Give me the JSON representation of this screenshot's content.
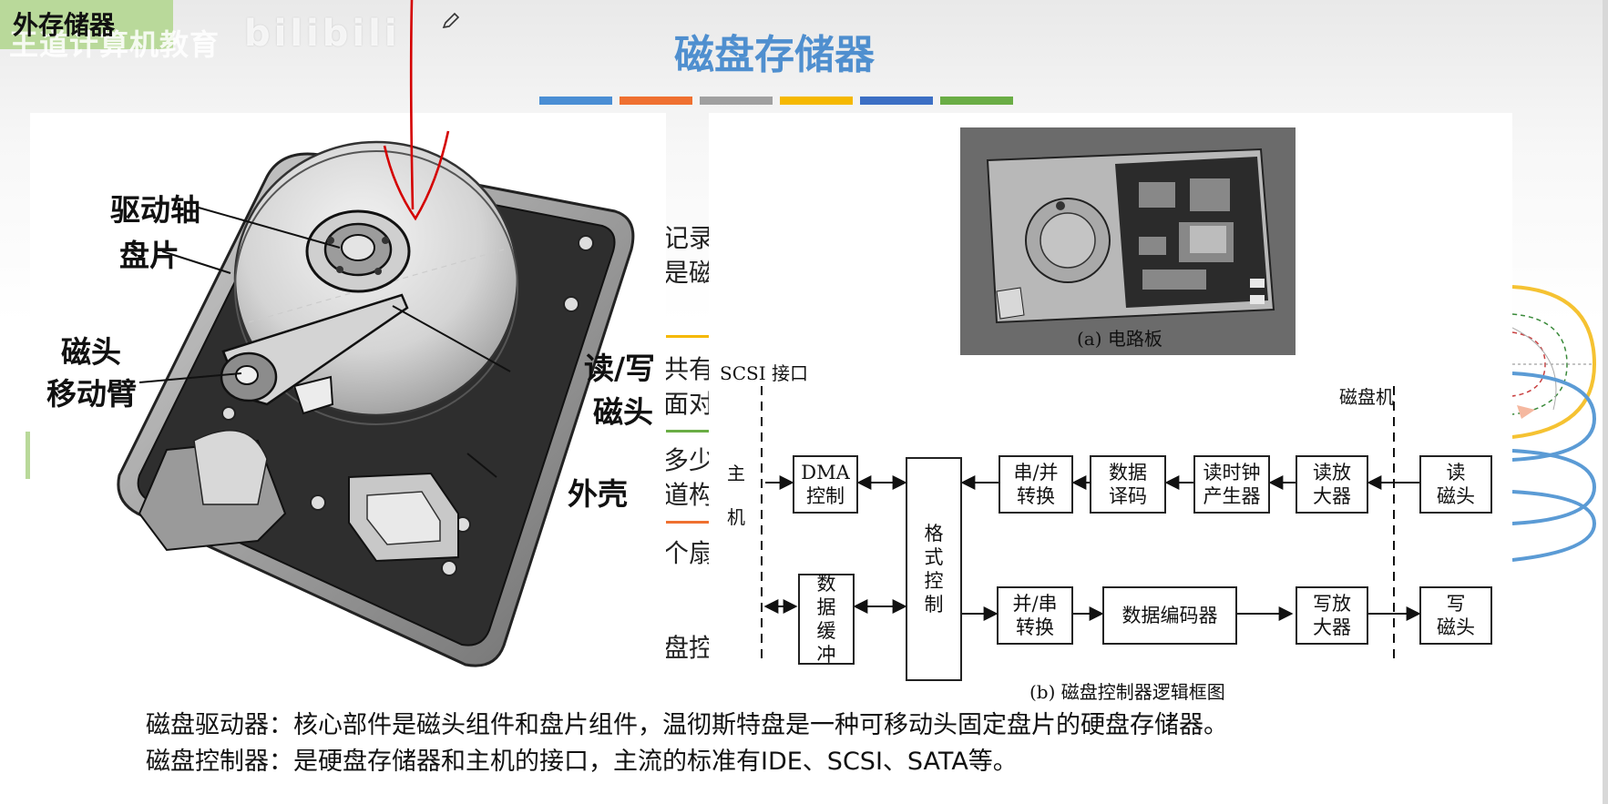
{
  "section_label": "外存储器",
  "watermark_text": "王道计算机教育",
  "watermark_logo": "bilibili",
  "title": "磁盘存储器",
  "title_bar_colors": [
    "#4a8ed4",
    "#ef7030",
    "#a0a0a0",
    "#f5b800",
    "#3c6fc4",
    "#6aad45"
  ],
  "hard_drive_labels": {
    "spindle": "驱动轴",
    "platter": "盘片",
    "head_arm_1": "磁头",
    "head_arm_2": "移动臂",
    "rw_head_1": "读/写",
    "rw_head_2": "磁头",
    "shell": "外壳"
  },
  "background_fragments": [
    "记录",
    "是磁",
    "共有",
    "面对",
    "多少",
    "道构",
    "个扇",
    "盘控"
  ],
  "circuit_caption": "(a) 电路板",
  "diagram": {
    "caption": "(b) 磁盘控制器逻辑框图",
    "scsi_label": "SCSI 接口",
    "host_label": "主\n\n机",
    "disk_machine_label": "磁盘机",
    "blocks": {
      "dma": "DMA\n控制",
      "buffer": "数\n据\n缓\n冲",
      "format": "格\n式\n控\n制",
      "ser_par": "串/并\n转换",
      "decode": "数据\n译码",
      "clock": "读时钟\n产生器",
      "read_amp": "读放\n大器",
      "read_head": "读\n磁头",
      "par_ser": "并/串\n转换",
      "encode": "数据编码器",
      "write_amp": "写放\n大器",
      "write_head": "写\n磁头"
    }
  },
  "descriptions": [
    "磁盘驱动器：核心部件是磁头组件和盘片组件，温彻斯特盘是一种可移动头固定盘片的硬盘存储器。",
    "磁盘控制器：是硬盘存储器和主机的接口，主流的标准有IDE、SCSI、SATA等。"
  ]
}
